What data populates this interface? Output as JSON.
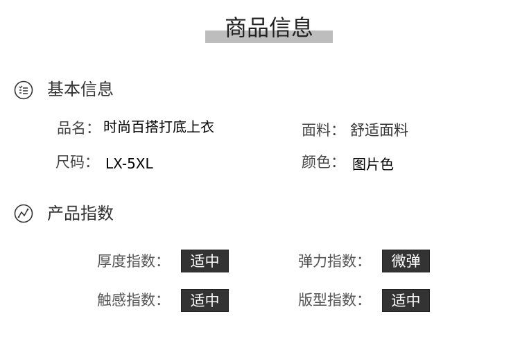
{
  "title": "商品信息",
  "basic": {
    "heading": "基本信息",
    "name_label": "品名：",
    "name_value": "时尚百搭打底上衣",
    "size_label": "尺码：",
    "size_value": "LX-5XL",
    "fabric_label": "面料：",
    "fabric_value": "舒适面料",
    "color_label": "颜色：",
    "color_value": "图片色"
  },
  "index": {
    "heading": "产品指数",
    "items": [
      {
        "label": "厚度指数：",
        "value": "适中"
      },
      {
        "label": "弹力指数：",
        "value": "微弹"
      },
      {
        "label": "触感指数：",
        "value": "适中"
      },
      {
        "label": "版型指数：",
        "value": "适中"
      }
    ]
  }
}
